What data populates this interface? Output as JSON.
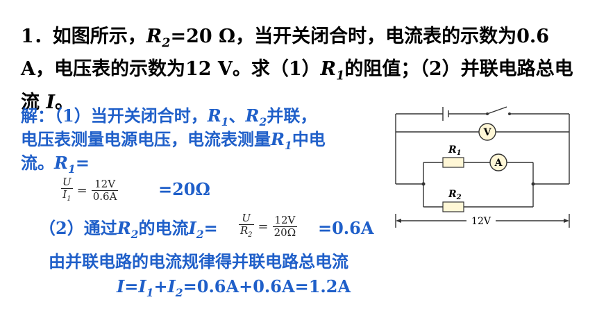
{
  "question": {
    "number": "1．",
    "p1": "如图所示，",
    "r2_label": "R",
    "r2_sub": "2",
    "r2_value": "=20 Ω，当开关闭合时，电流表的示数为0.6 A，电压表的示数为12 V。求（1）",
    "r1_label": "R",
    "r1_sub": "1",
    "p2": "的阻值；（2）并联电路总电流",
    "i_label": "I",
    "p3": "。"
  },
  "solution": {
    "line1_a": "解：（1）当开关闭合时，",
    "line1_r1": "R",
    "line1_r1_sub": "1",
    "line1_sep": "、",
    "line1_r2": "R",
    "line1_r2_sub": "2",
    "line1_b": "并联，",
    "line2_a": "电压表测量电源电压，电流表测量",
    "line2_r1": "R",
    "line2_r1_sub": "1",
    "line2_b": "中电",
    "line3_a": "流。",
    "line3_r1": "R",
    "line3_r1_sub": "1",
    "line3_b": "=",
    "frac1": {
      "num": "U",
      "den": "I",
      "den_sub": "1",
      "eq": "=",
      "num2": "12V",
      "den2": "0.6A"
    },
    "result1": "=20Ω",
    "line4_a": "（2）通过",
    "line4_r2": "R",
    "line4_r2_sub": "2",
    "line4_b": "的电流",
    "line4_i2": "I",
    "line4_i2_sub": "2",
    "line4_c": "=",
    "frac2": {
      "num": "U",
      "den": "R",
      "den_sub": "2",
      "eq": "=",
      "num2": "12V",
      "den2": "20Ω"
    },
    "result2": "=0.6A",
    "line5": "由并联电路的电流规律得并联电路总电流",
    "line6_i": "I",
    "line6_eq": "=",
    "line6_i1": "I",
    "line6_i1_sub": "1",
    "line6_plus": "+",
    "line6_i2": "I",
    "line6_i2_sub": "2",
    "line6_rest": "=0.6A+0.6A=1.2A"
  },
  "circuit": {
    "voltmeter": "V",
    "ammeter": "A",
    "r1": "R",
    "r1_sub": "1",
    "r2": "R",
    "r2_sub": "2",
    "voltage": "12V"
  }
}
